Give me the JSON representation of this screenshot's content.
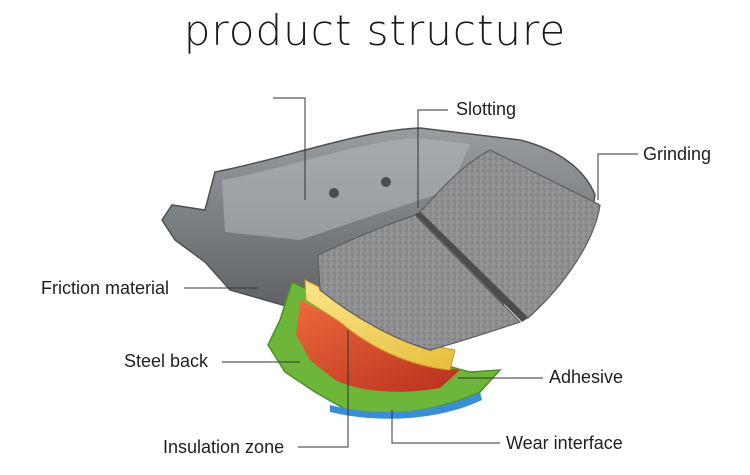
{
  "title": "product structure",
  "labels": {
    "slotting": "Slotting",
    "grinding": "Grinding",
    "friction_material": "Friction material",
    "steel_back": "Steel back",
    "adhesive": "Adhesive",
    "insulation_zone": "Insulation zone",
    "wear_interface": "Wear interface"
  },
  "colors": {
    "friction": "#8a8b8d",
    "backplate": "#6f7275",
    "green_layer": "#6db63a",
    "yellow_layer": "#f3d25a",
    "red_layer": "#d8432b",
    "blue_layer": "#3a8fd3",
    "leader_line": "#333333"
  }
}
